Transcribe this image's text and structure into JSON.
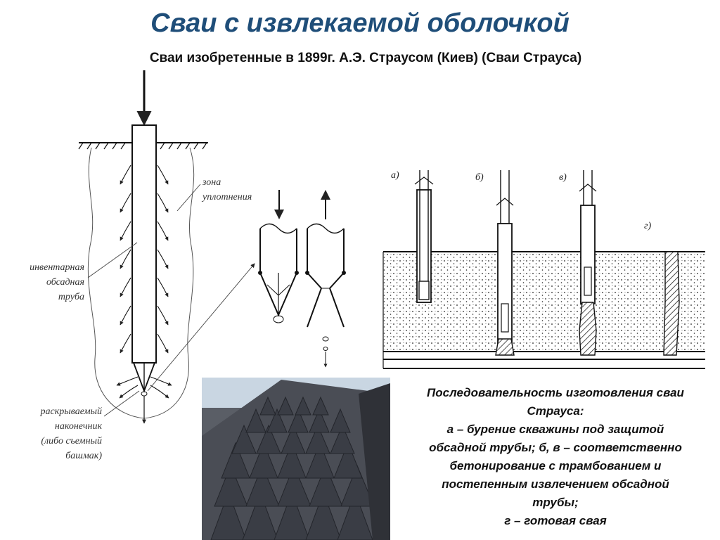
{
  "title": "Сваи с извлекаемой оболочкой",
  "subtitle": "Сваи изобретенные в 1899г. А.Э. Страусом (Киев) (Сваи Страуса)",
  "labels": {
    "zone": [
      "зона",
      "уплотнения"
    ],
    "casing": [
      "инвентарная",
      "обсадная",
      "труба"
    ],
    "tip": [
      "раскрываемый",
      "наконечник",
      "(либо съемный",
      "башмак)"
    ]
  },
  "stages": [
    "а)",
    "б)",
    "в)",
    "г)"
  ],
  "caption": [
    "Последовательность изготовления сваи",
    "Страуса:",
    "а – бурение скважины под защитой",
    "обсадной трубы; б, в – соответственно",
    "бетонирование с трамбованием и",
    "постепенным извлечением обсадной",
    "трубы;",
    "г – готовая свая"
  ],
  "colors": {
    "title": "#1f4e79",
    "sky": "#c9d6e2",
    "pile": "#3a3d45"
  },
  "icons": {
    "load_arrow": "arrow-down",
    "up_arrow": "arrow-up"
  }
}
